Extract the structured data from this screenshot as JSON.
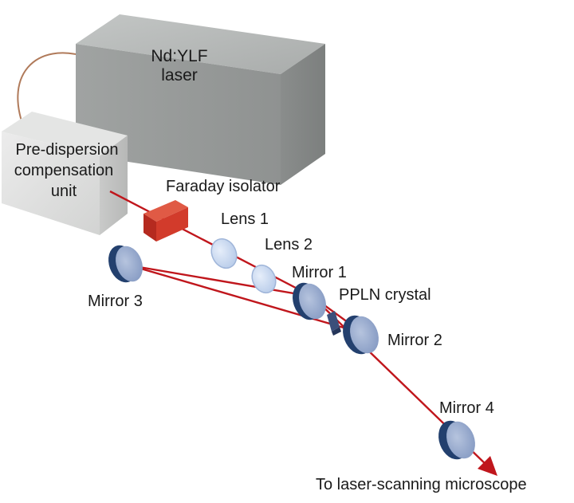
{
  "labels": {
    "laser_line1": "Nd:YLF",
    "laser_line2": "laser",
    "predispersion_line1": "Pre-dispersion",
    "predispersion_line2": "compensation",
    "predispersion_line3": "unit",
    "faraday": "Faraday isolator",
    "lens1": "Lens 1",
    "lens2": "Lens 2",
    "mirror1": "Mirror 1",
    "pplin": "PPLN crystal",
    "mirror2": "Mirror 2",
    "mirror3": "Mirror 3",
    "mirror4": "Mirror 4",
    "output": "To laser-scanning microscope"
  },
  "colors": {
    "beam": "#c0161c",
    "laser_box": "#aeb1b0",
    "unit_box": "#dadbda",
    "isolator": "#d23b2b",
    "mirror": "#8fa3c8",
    "mirror_edge": "#23406e",
    "lens": "#c9d9ef",
    "cable": "#b07a5a"
  }
}
